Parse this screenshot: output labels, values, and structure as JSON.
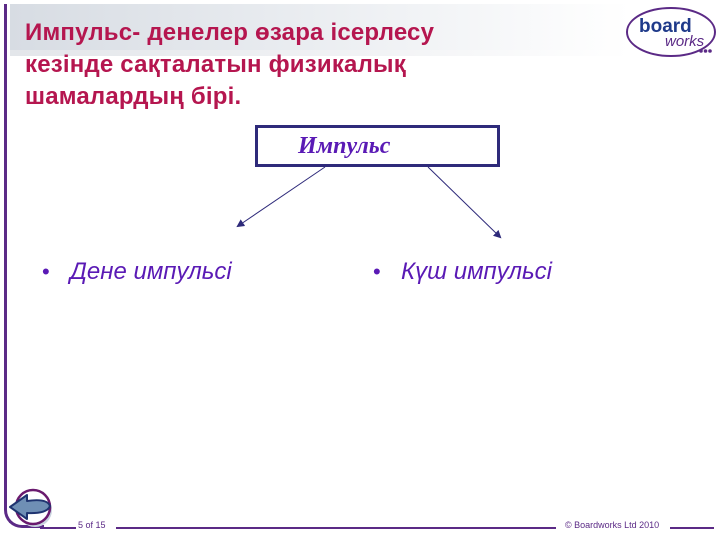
{
  "slide": {
    "title": "Импульс- денелер өзара іcерлесу кезінде сақталатын физикалық шамалардың бірі.",
    "title_lines": [
      "Импульс- денелер өзара іcерлесу",
      "кезінде сақталатын физикалық",
      "шамалардың бірі."
    ],
    "diagram": {
      "root_label": "Импульс",
      "branches": [
        {
          "bullet": "•",
          "label": "Дене импульсі"
        },
        {
          "bullet": "•",
          "label": "Күш импульсі"
        }
      ]
    }
  },
  "logo": {
    "word1": "board",
    "word2": "works"
  },
  "footer": {
    "page_indicator": "5 of 15",
    "copyright": "© Boardworks Ltd 2010"
  },
  "navigation": {
    "back_icon": "back-arrow-icon"
  },
  "colors": {
    "title": "#b5164f",
    "accent_purple": "#5b2a86",
    "diagram_text": "#5a1ab5",
    "box_border": "#2e2a7a"
  }
}
